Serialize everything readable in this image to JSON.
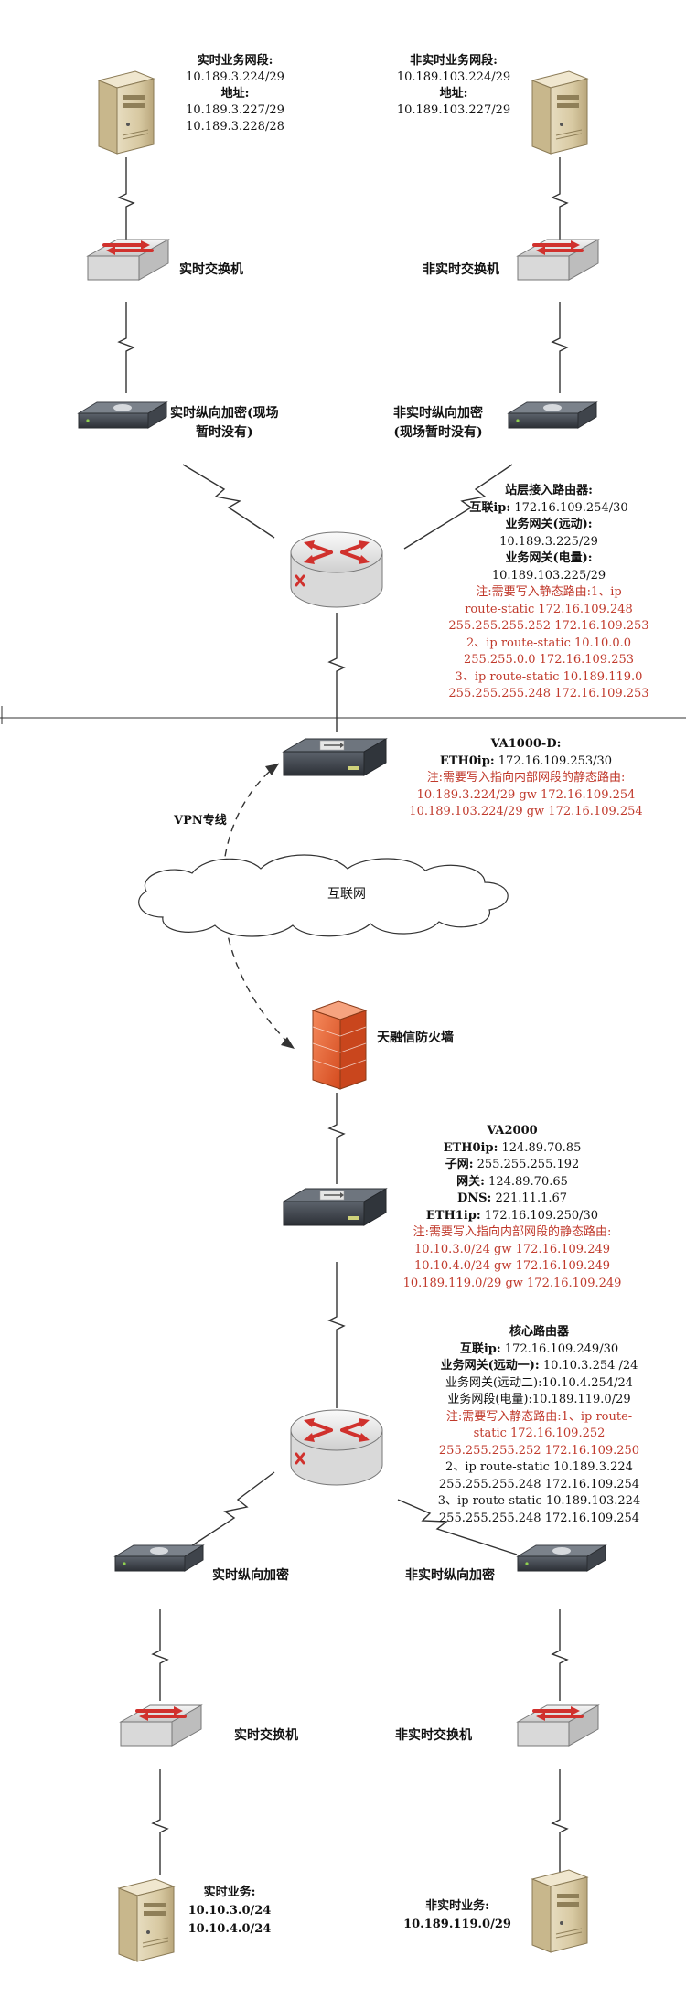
{
  "realtime_server_top": {
    "lines": [
      "实时业务网段:",
      "10.189.3.224/29",
      "地址:",
      "10.189.3.227/29",
      "10.189.3.228/28"
    ]
  },
  "nonrealtime_server_top": {
    "lines": [
      "非实时业务网段:",
      "10.189.103.224/29",
      "地址:",
      "10.189.103.227/29"
    ]
  },
  "realtime_switch_top": "实时交换机",
  "nonrealtime_switch_top": "非实时交换机",
  "realtime_encrypt_top": [
    "实时纵向加密(现场",
    "暂时没有)"
  ],
  "nonrealtime_encrypt_top": [
    "非实时纵向加密",
    "(现场暂时没有)"
  ],
  "station_router": {
    "title": "站层接入路由器:",
    "uplink_label": "互联ip:",
    "uplink_value": "172.16.109.254/30",
    "gw1_label": "业务网关(远动):",
    "gw1_value": "10.189.3.225/29",
    "gw2_label": "业务网关(电量):",
    "gw2_value": "10.189.103.225/29",
    "notes": [
      "注:需要写入静态路由:1、ip",
      "route-static 172.16.109.248",
      "255.255.255.252 172.16.109.253",
      "2、ip route-static 10.10.0.0",
      "255.255.0.0 172.16.109.253",
      "3、ip route-static 10.189.119.0",
      "255.255.255.248 172.16.109.253"
    ]
  },
  "va1000": {
    "title": "VA1000-D:",
    "eth0_label": "ETH0ip:",
    "eth0_value": "172.16.109.253/30",
    "notes": [
      "注:需要写入指向内部网段的静态路由:",
      "10.189.3.224/29 gw 172.16.109.254",
      "10.189.103.224/29 gw 172.16.109.254"
    ]
  },
  "vpn_label": "VPN专线",
  "internet_label": "互联网",
  "firewall_label": "天融信防火墙",
  "va2000": {
    "title": "VA2000",
    "rows": [
      {
        "label": "ETH0ip:",
        "value": "124.89.70.85"
      },
      {
        "label": "子网:",
        "value": "255.255.255.192"
      },
      {
        "label": "网关:",
        "value": "124.89.70.65"
      },
      {
        "label": "DNS:",
        "value": "221.11.1.67"
      },
      {
        "label": "ETH1ip:",
        "value": "172.16.109.250/30"
      }
    ],
    "notes": [
      "注:需要写入指向内部网段的静态路由:",
      "10.10.3.0/24 gw 172.16.109.249",
      "10.10.4.0/24 gw 172.16.109.249",
      "10.189.119.0/29 gw 172.16.109.249"
    ]
  },
  "core_router": {
    "title": "核心路由器",
    "uplink_label": "互联ip:",
    "uplink_value": "172.16.109.249/30",
    "gw1_label": "业务网关(远动一):",
    "gw1_value": "10.10.3.254 /24",
    "gw2_text": "业务网关(远动二):10.10.4.254/24",
    "gw3_text": "业务网段(电量):10.189.119.0/29",
    "notes_red": [
      "注:需要写入静态路由:1、ip route-",
      "static 172.16.109.252",
      "255.255.255.252 172.16.109.250"
    ],
    "notes_black": [
      "2、ip route-static 10.189.3.224",
      "255.255.255.248 172.16.109.254",
      "3、ip route-static 10.189.103.224",
      "255.255.255.248 172.16.109.254"
    ]
  },
  "realtime_encrypt_bottom": "实时纵向加密",
  "nonrealtime_encrypt_bottom": "非实时纵向加密",
  "realtime_switch_bottom": "实时交换机",
  "nonrealtime_switch_bottom": "非实时交换机",
  "realtime_server_bottom": {
    "lines": [
      "实时业务:",
      "10.10.3.0/24",
      "10.10.4.0/24"
    ]
  },
  "nonrealtime_server_bottom": {
    "lines": [
      "非实时业务:",
      "10.189.119.0/29"
    ]
  },
  "colors": {
    "router_red": "#d0312d",
    "firewall_orange": "#e8683a",
    "note_red": "#c0392b",
    "device_dark": "#3a4048"
  }
}
